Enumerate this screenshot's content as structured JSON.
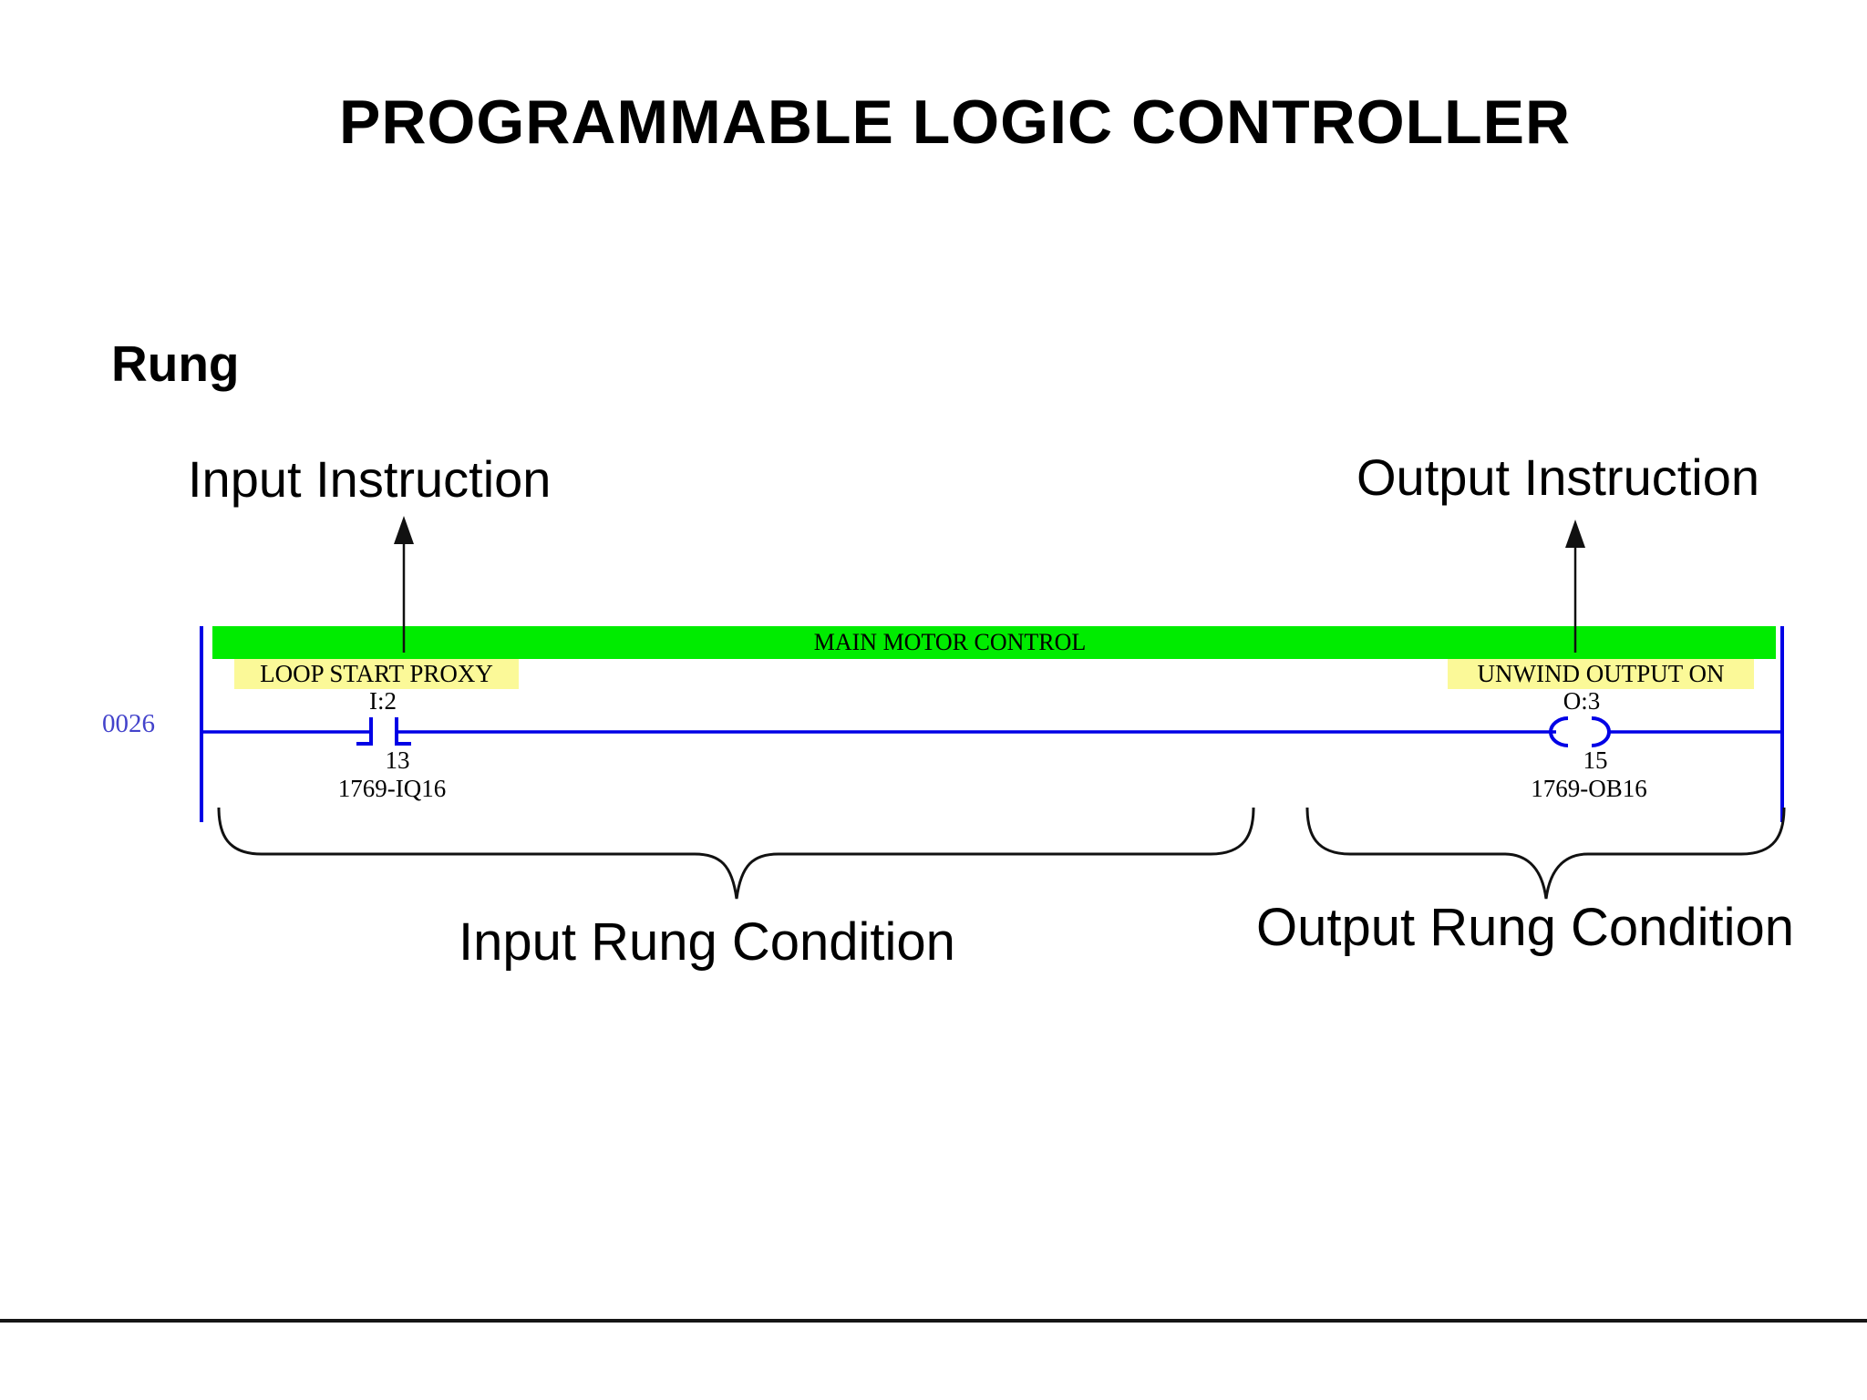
{
  "slide": {
    "title": "PROGRAMMABLE LOGIC CONTROLLER",
    "section_label": "Rung"
  },
  "annotations": {
    "input_instruction": "Input Instruction",
    "output_instruction": "Output Instruction",
    "input_rung_condition": "Input Rung Condition",
    "output_rung_condition": "Output Rung Condition"
  },
  "rung": {
    "number": "0026",
    "comment": "MAIN MOTOR CONTROL",
    "input": {
      "description": "LOOP START PROXY",
      "address": "I:2",
      "bit": "13",
      "module": "1769-IQ16",
      "symbol": "xic-normally-open-contact"
    },
    "output": {
      "description": "UNWIND OUTPUT ON",
      "address": "O:3",
      "bit": "15",
      "module": "1769-OB16",
      "symbol": "ote-output-coil"
    }
  },
  "colors": {
    "comment_bar_green": "#00ec00",
    "description_highlight_yellow": "#fbf998",
    "wire_blue": "#0000e6",
    "rung_number_blue": "#4343cb",
    "text_black": "#000000"
  }
}
